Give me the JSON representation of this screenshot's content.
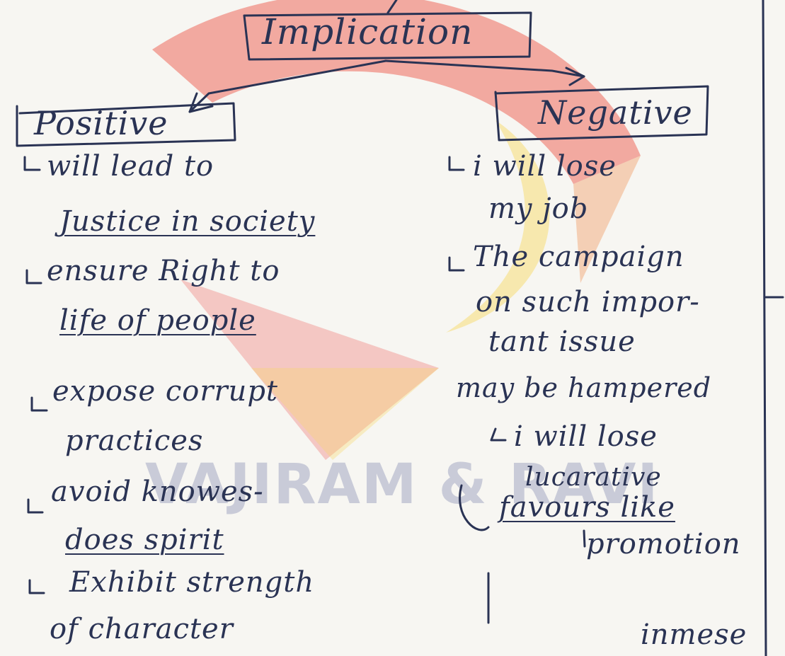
{
  "watermark": {
    "text": "VAJIRAM & RAVI"
  },
  "header": {
    "title": "Implication"
  },
  "columns": {
    "positive": {
      "heading": "Positive",
      "lines": [
        "will lead to",
        "Justice in society",
        "ensure Right to",
        "life of people",
        "expose corrupt",
        "practices",
        "avoid knowes-",
        "does spirit",
        "Exhibit strength",
        "of character"
      ]
    },
    "negative": {
      "heading": "Negative",
      "lines": [
        "i will lose",
        "my job",
        "The campaign",
        "on such impor-",
        "tant issue",
        "may be hampered",
        "i will lose",
        "lucarative",
        "favours like",
        "promotion",
        "inmese"
      ]
    }
  },
  "colors": {
    "ink": "#2a3354",
    "paper": "#f7f6f2",
    "watermark_red": "#ea5a4e",
    "watermark_yellow": "#f3d24a",
    "watermark_gray": "#c9cbd8"
  }
}
